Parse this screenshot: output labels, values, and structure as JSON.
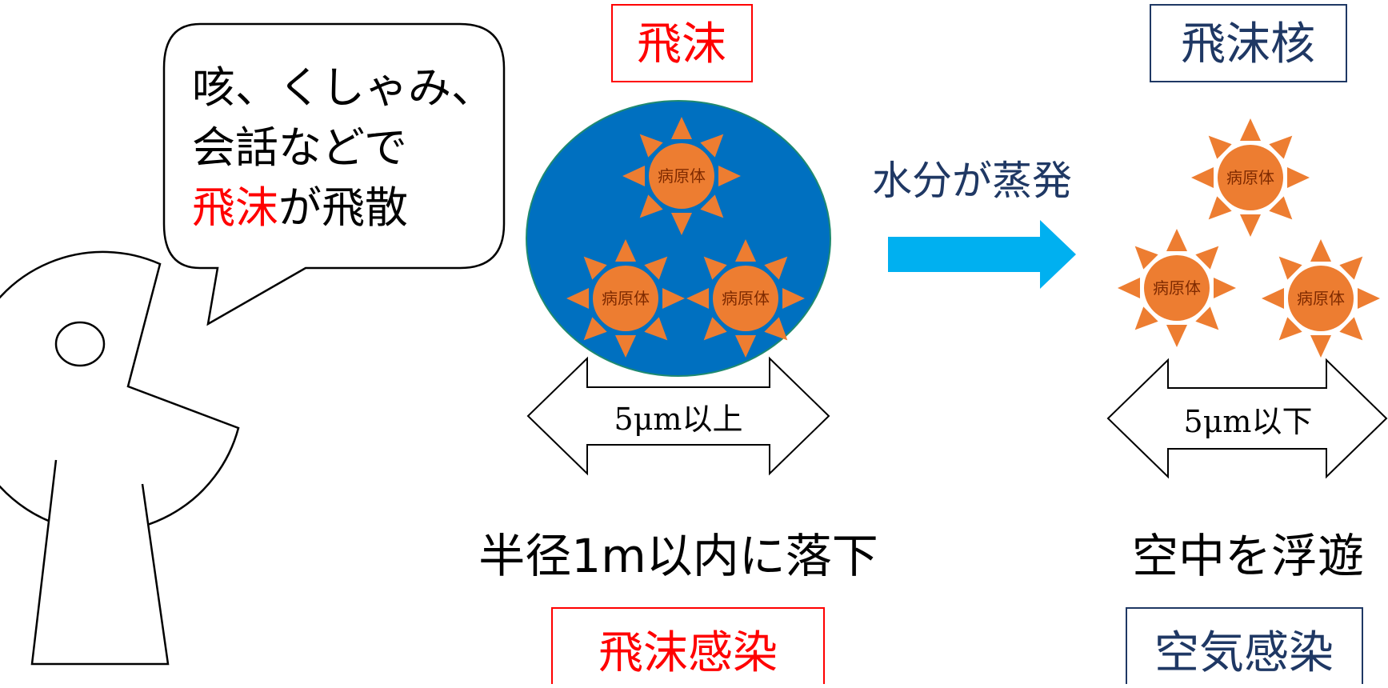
{
  "speech_bubble": {
    "line1": "咳、くしゃみ、",
    "line2": "会話などで",
    "line3_red": "飛沫",
    "line3_rest": "が飛散"
  },
  "droplet_section": {
    "title": "飛沫",
    "size_label": "5μm以上",
    "behavior": "半径1m以内に落下",
    "infection": "飛沫感染",
    "pathogens": [
      "病原体",
      "病原体",
      "病原体"
    ]
  },
  "process": {
    "label": "水分が蒸発"
  },
  "nucleus_section": {
    "title": "飛沫核",
    "size_label": "5μm以下",
    "behavior": "空中を浮遊",
    "infection": "空気感染",
    "pathogens": [
      "病原体",
      "病原体",
      "病原体"
    ]
  },
  "colors": {
    "red": "#ff0000",
    "navy": "#1f3864",
    "droplet_blue": "#0070c0",
    "arrow_cyan": "#00b0f0",
    "pathogen_orange": "#ed7d31",
    "pathogen_text": "#7f2a00"
  }
}
